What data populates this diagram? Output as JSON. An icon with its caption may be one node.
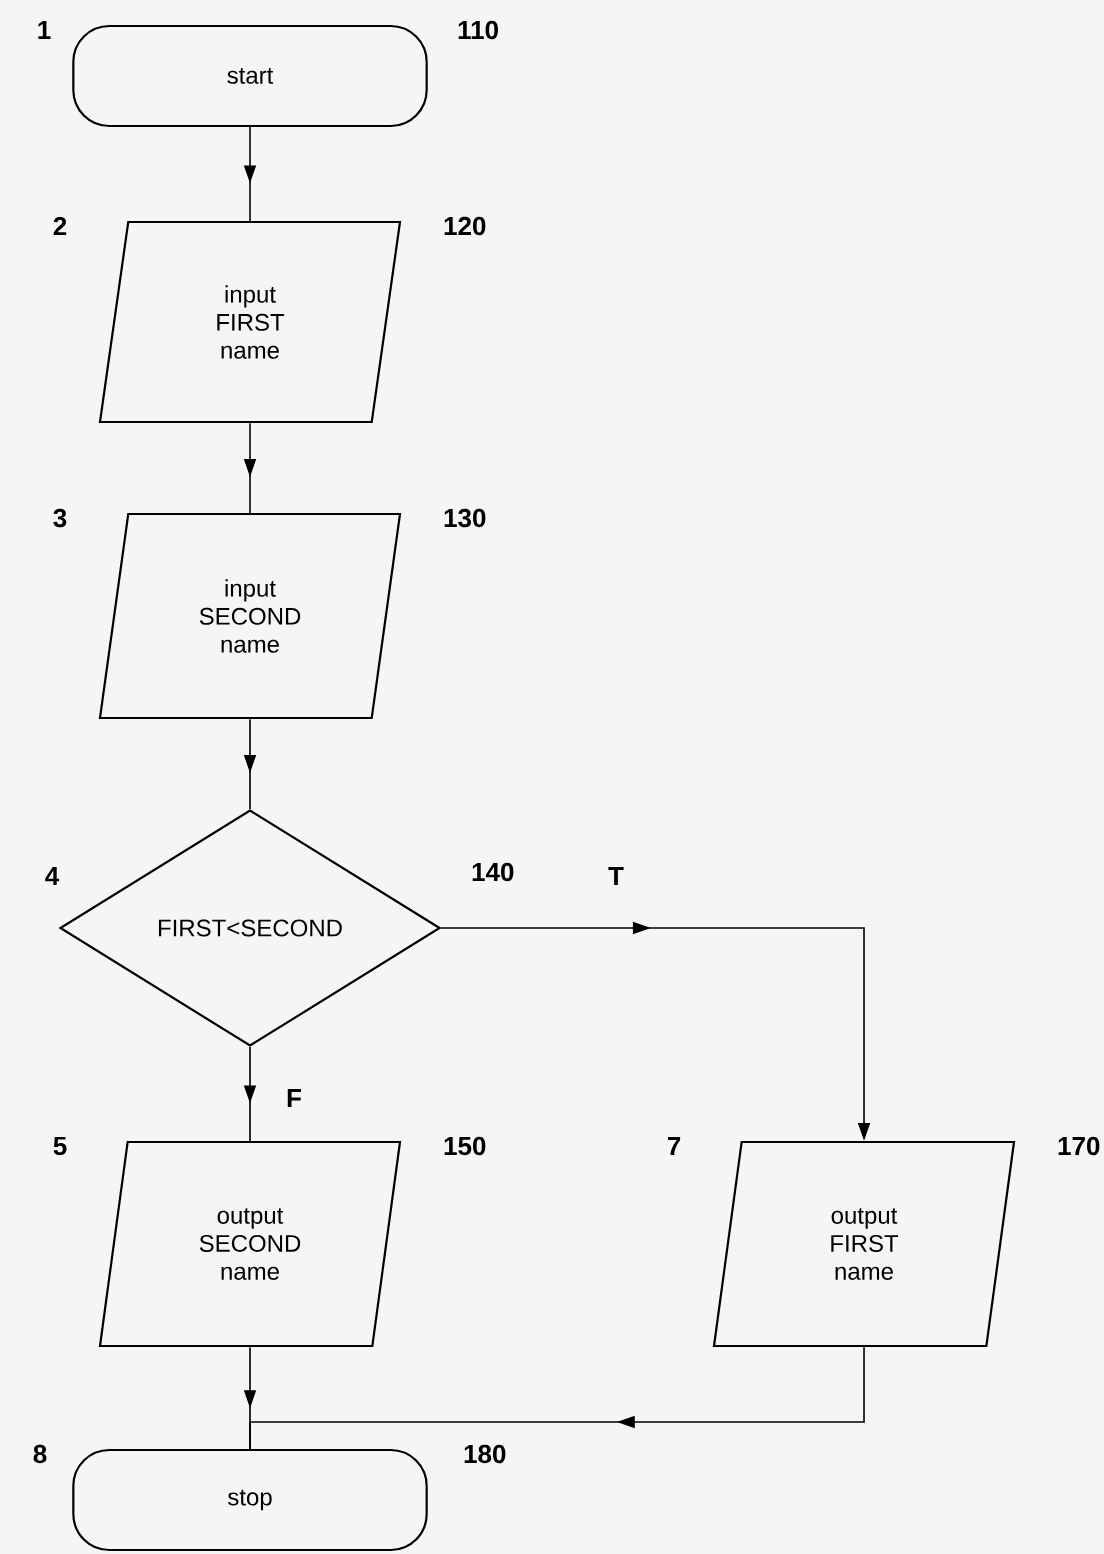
{
  "diagram": {
    "nodes": [
      {
        "text": [
          "start"
        ],
        "beside": [
          "1",
          "110"
        ]
      },
      {
        "text": [
          "input FIRST name"
        ],
        "beside": [
          "2",
          "120"
        ]
      },
      {
        "text": [
          "input SECOND name"
        ],
        "beside": [
          "3",
          "130"
        ]
      },
      {
        "text": [
          "FIRST<SECOND"
        ],
        "beside": [
          "4",
          "140"
        ]
      },
      {
        "text": [
          "output SECOND name"
        ],
        "beside": [
          "5",
          "150"
        ]
      },
      {
        "text": [
          "output FIRST name"
        ],
        "beside": [
          "7",
          "170"
        ]
      },
      {
        "text": [
          "stop"
        ],
        "beside": [
          "8",
          "180"
        ]
      }
    ],
    "edges": [
      {
        "from": 0,
        "to": 1,
        "arrow": "to"
      },
      {
        "from": 1,
        "to": 2,
        "arrow": "to"
      },
      {
        "from": 2,
        "to": 3,
        "arrow": "to"
      },
      {
        "from": 3,
        "to": 4,
        "arrow": "to",
        "label": "F"
      },
      {
        "from": 3,
        "to": 5,
        "arrow": "to",
        "label": "T"
      },
      {
        "from": 4,
        "to": 6,
        "arrow": "to"
      },
      {
        "from": 5,
        "to": 6,
        "arrow": "to"
      }
    ]
  }
}
